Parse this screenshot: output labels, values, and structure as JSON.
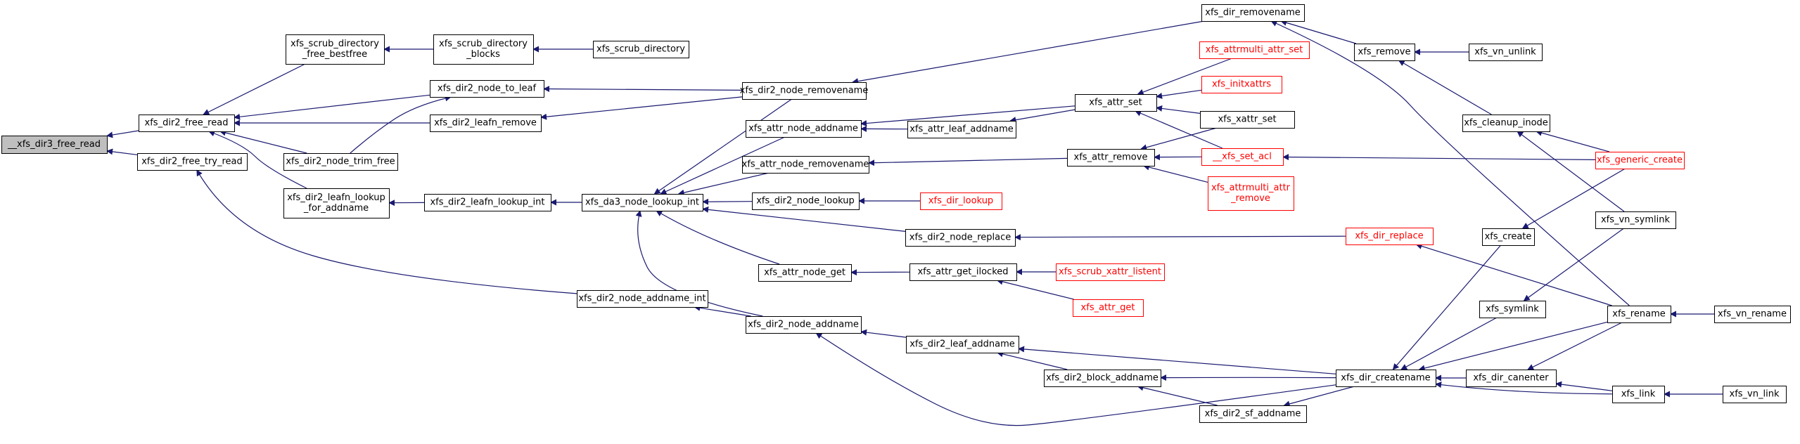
{
  "colors": {
    "edge": "#191970",
    "text_normal": "#000000",
    "text_truncated": "#ff0000",
    "border_normal": "#000000",
    "border_truncated": "#ff0000",
    "fill_root": "#bfbfbf",
    "fill_node": "#ffffff"
  },
  "nodes": [
    {
      "id": "n0",
      "lines": [
        "__xfs_dir3_free_read"
      ],
      "style": "root"
    },
    {
      "id": "n1",
      "lines": [
        "xfs_dir2_free_read"
      ],
      "style": "normal"
    },
    {
      "id": "n2",
      "lines": [
        "xfs_dir2_free_try_read"
      ],
      "style": "normal"
    },
    {
      "id": "n3",
      "lines": [
        "xfs_scrub_directory",
        "_free_bestfree"
      ],
      "style": "normal"
    },
    {
      "id": "n4",
      "lines": [
        "xfs_dir2_node_trim_free"
      ],
      "style": "normal"
    },
    {
      "id": "n5",
      "lines": [
        "xfs_dir2_leafn_lookup",
        "_for_addname"
      ],
      "style": "normal"
    },
    {
      "id": "n6",
      "lines": [
        "xfs_scrub_directory",
        "_blocks"
      ],
      "style": "normal"
    },
    {
      "id": "n7",
      "lines": [
        "xfs_dir2_node_to_leaf"
      ],
      "style": "normal"
    },
    {
      "id": "n8",
      "lines": [
        "xfs_dir2_leafn_remove"
      ],
      "style": "normal"
    },
    {
      "id": "n9",
      "lines": [
        "xfs_dir2_leafn_lookup_int"
      ],
      "style": "normal"
    },
    {
      "id": "n10",
      "lines": [
        "xfs_dir2_node_addname_int"
      ],
      "style": "normal"
    },
    {
      "id": "n11",
      "lines": [
        "xfs_scrub_directory"
      ],
      "style": "normal"
    },
    {
      "id": "n12",
      "lines": [
        "xfs_dir2_node_removename"
      ],
      "style": "normal"
    },
    {
      "id": "n13",
      "lines": [
        "xfs_attr_node_addname"
      ],
      "style": "normal"
    },
    {
      "id": "n14",
      "lines": [
        "xfs_attr_node_removename"
      ],
      "style": "normal"
    },
    {
      "id": "n15",
      "lines": [
        "xfs_da3_node_lookup_int"
      ],
      "style": "normal"
    },
    {
      "id": "n16",
      "lines": [
        "xfs_dir2_node_lookup"
      ],
      "style": "normal"
    },
    {
      "id": "n17",
      "lines": [
        "xfs_dir2_node_replace"
      ],
      "style": "normal"
    },
    {
      "id": "n18",
      "lines": [
        "xfs_attr_node_get"
      ],
      "style": "normal"
    },
    {
      "id": "n19",
      "lines": [
        "xfs_dir2_node_addname"
      ],
      "style": "normal"
    },
    {
      "id": "n20",
      "lines": [
        "xfs_attr_leaf_addname"
      ],
      "style": "normal"
    },
    {
      "id": "n21",
      "lines": [
        "xfs_dir_lookup"
      ],
      "style": "truncated"
    },
    {
      "id": "n22",
      "lines": [
        "xfs_attr_get_ilocked"
      ],
      "style": "normal"
    },
    {
      "id": "n23",
      "lines": [
        "xfs_dir2_leaf_addname"
      ],
      "style": "normal"
    },
    {
      "id": "n24",
      "lines": [
        "xfs_dir2_block_addname"
      ],
      "style": "normal"
    },
    {
      "id": "n25",
      "lines": [
        "xfs_dir2_sf_addname"
      ],
      "style": "normal"
    },
    {
      "id": "n26",
      "lines": [
        "xfs_dir_removename"
      ],
      "style": "normal"
    },
    {
      "id": "n27",
      "lines": [
        "xfs_attrmulti_attr_set"
      ],
      "style": "truncated"
    },
    {
      "id": "n28",
      "lines": [
        "xfs_attr_set"
      ],
      "style": "normal"
    },
    {
      "id": "n29",
      "lines": [
        "xfs_initxattrs"
      ],
      "style": "truncated"
    },
    {
      "id": "n30",
      "lines": [
        "xfs_xattr_set"
      ],
      "style": "normal"
    },
    {
      "id": "n31",
      "lines": [
        "xfs_attr_remove"
      ],
      "style": "normal"
    },
    {
      "id": "n32",
      "lines": [
        "__xfs_set_acl"
      ],
      "style": "truncated"
    },
    {
      "id": "n33",
      "lines": [
        "xfs_attrmulti_attr",
        "_remove"
      ],
      "style": "truncated"
    },
    {
      "id": "n34",
      "lines": [
        "xfs_dir_replace"
      ],
      "style": "truncated"
    },
    {
      "id": "n35",
      "lines": [
        "xfs_scrub_xattr_listent"
      ],
      "style": "truncated"
    },
    {
      "id": "n36",
      "lines": [
        "xfs_attr_get"
      ],
      "style": "truncated"
    },
    {
      "id": "n37",
      "lines": [
        "xfs_dir_createname"
      ],
      "style": "normal"
    },
    {
      "id": "n38",
      "lines": [
        "xfs_remove"
      ],
      "style": "normal"
    },
    {
      "id": "n39",
      "lines": [
        "xfs_cleanup_inode"
      ],
      "style": "normal"
    },
    {
      "id": "n40",
      "lines": [
        "xfs_create"
      ],
      "style": "normal"
    },
    {
      "id": "n41",
      "lines": [
        "xfs_symlink"
      ],
      "style": "normal"
    },
    {
      "id": "n42",
      "lines": [
        "xfs_dir_canenter"
      ],
      "style": "normal"
    },
    {
      "id": "n43",
      "lines": [
        "xfs_vn_unlink"
      ],
      "style": "normal"
    },
    {
      "id": "n44",
      "lines": [
        "xfs_generic_create"
      ],
      "style": "truncated"
    },
    {
      "id": "n45",
      "lines": [
        "xfs_vn_symlink"
      ],
      "style": "normal"
    },
    {
      "id": "n46",
      "lines": [
        "xfs_rename"
      ],
      "style": "normal"
    },
    {
      "id": "n47",
      "lines": [
        "xfs_link"
      ],
      "style": "normal"
    },
    {
      "id": "n48",
      "lines": [
        "xfs_vn_rename"
      ],
      "style": "normal"
    },
    {
      "id": "n49",
      "lines": [
        "xfs_vn_link"
      ],
      "style": "normal"
    }
  ],
  "edges": [
    {
      "from": "n1",
      "to": "n0"
    },
    {
      "from": "n2",
      "to": "n0"
    },
    {
      "from": "n3",
      "to": "n1"
    },
    {
      "from": "n7",
      "to": "n1"
    },
    {
      "from": "n8",
      "to": "n1"
    },
    {
      "from": "n4",
      "to": "n1"
    },
    {
      "from": "n5",
      "to": "n1"
    },
    {
      "from": "n10",
      "to": "n2"
    },
    {
      "from": "n6",
      "to": "n3"
    },
    {
      "from": "n11",
      "to": "n6"
    },
    {
      "from": "n4",
      "to": "n7"
    },
    {
      "from": "n12",
      "to": "n7"
    },
    {
      "from": "n12",
      "to": "n8"
    },
    {
      "from": "n9",
      "to": "n5"
    },
    {
      "from": "n15",
      "to": "n9"
    },
    {
      "from": "n26",
      "to": "n12"
    },
    {
      "from": "n19",
      "to": "n10"
    },
    {
      "from": "n12",
      "to": "n15"
    },
    {
      "from": "n13",
      "to": "n15"
    },
    {
      "from": "n14",
      "to": "n15"
    },
    {
      "from": "n16",
      "to": "n15"
    },
    {
      "from": "n17",
      "to": "n15"
    },
    {
      "from": "n18",
      "to": "n15"
    },
    {
      "from": "n19",
      "to": "n15"
    },
    {
      "from": "n20",
      "to": "n13"
    },
    {
      "from": "n28",
      "to": "n13"
    },
    {
      "from": "n31",
      "to": "n14"
    },
    {
      "from": "n21",
      "to": "n16"
    },
    {
      "from": "n34",
      "to": "n17"
    },
    {
      "from": "n22",
      "to": "n18"
    },
    {
      "from": "n23",
      "to": "n19"
    },
    {
      "from": "n37",
      "to": "n19"
    },
    {
      "from": "n28",
      "to": "n20"
    },
    {
      "from": "n35",
      "to": "n22"
    },
    {
      "from": "n36",
      "to": "n22"
    },
    {
      "from": "n24",
      "to": "n23"
    },
    {
      "from": "n37",
      "to": "n23"
    },
    {
      "from": "n25",
      "to": "n24"
    },
    {
      "from": "n37",
      "to": "n24"
    },
    {
      "from": "n37",
      "to": "n25"
    },
    {
      "from": "n38",
      "to": "n26"
    },
    {
      "from": "n46",
      "to": "n26"
    },
    {
      "from": "n27",
      "to": "n28"
    },
    {
      "from": "n29",
      "to": "n28"
    },
    {
      "from": "n30",
      "to": "n28"
    },
    {
      "from": "n32",
      "to": "n28"
    },
    {
      "from": "n30",
      "to": "n31"
    },
    {
      "from": "n32",
      "to": "n31"
    },
    {
      "from": "n33",
      "to": "n31"
    },
    {
      "from": "n44",
      "to": "n32"
    },
    {
      "from": "n46",
      "to": "n34"
    },
    {
      "from": "n40",
      "to": "n37"
    },
    {
      "from": "n41",
      "to": "n37"
    },
    {
      "from": "n42",
      "to": "n37"
    },
    {
      "from": "n46",
      "to": "n37"
    },
    {
      "from": "n47",
      "to": "n37"
    },
    {
      "from": "n43",
      "to": "n38"
    },
    {
      "from": "n39",
      "to": "n38"
    },
    {
      "from": "n44",
      "to": "n39"
    },
    {
      "from": "n45",
      "to": "n39"
    },
    {
      "from": "n44",
      "to": "n40"
    },
    {
      "from": "n45",
      "to": "n41"
    },
    {
      "from": "n46",
      "to": "n42"
    },
    {
      "from": "n47",
      "to": "n42"
    },
    {
      "from": "n48",
      "to": "n46"
    },
    {
      "from": "n49",
      "to": "n47"
    }
  ]
}
